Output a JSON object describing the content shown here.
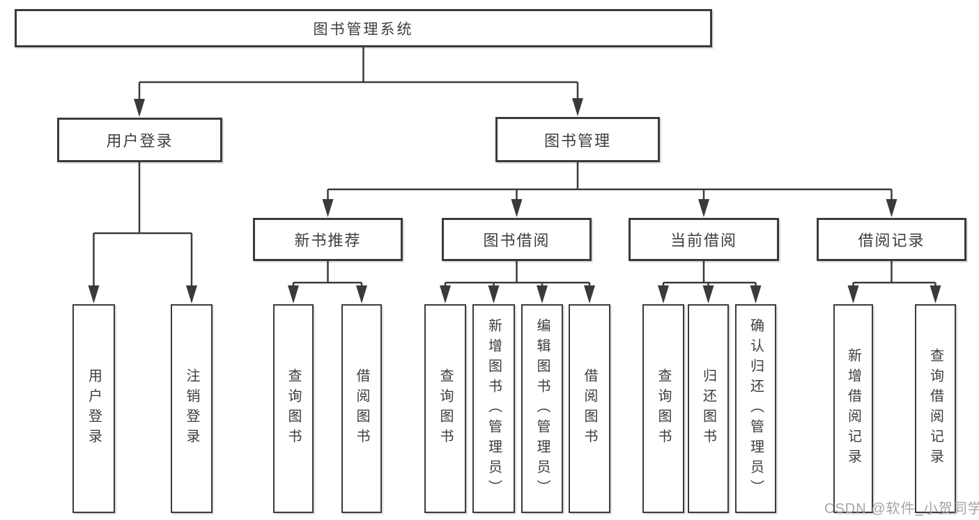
{
  "diagram": {
    "title": "图书管理系统",
    "branches": [
      {
        "label": "用户登录",
        "children": [
          {
            "label": "用户登录"
          },
          {
            "label": "注销登录"
          }
        ]
      },
      {
        "label": "图书管理",
        "children": [
          {
            "label": "新书推荐",
            "children": [
              {
                "label": "查询图书"
              },
              {
                "label": "借阅图书"
              }
            ]
          },
          {
            "label": "图书借阅",
            "children": [
              {
                "label": "查询图书"
              },
              {
                "label": "新增图书（管理员）"
              },
              {
                "label": "编辑图书（管理员）"
              },
              {
                "label": "借阅图书"
              }
            ]
          },
          {
            "label": "当前借阅",
            "children": [
              {
                "label": "查询图书"
              },
              {
                "label": "归还图书"
              },
              {
                "label": "确认归还（管理员）"
              }
            ]
          },
          {
            "label": "借阅记录",
            "children": [
              {
                "label": "新增借阅记录"
              },
              {
                "label": "查询借阅记录"
              }
            ]
          }
        ]
      }
    ]
  },
  "watermark": {
    "text": "CSDN @软件_小贺同学"
  },
  "colors": {
    "line": "#3a3a3a",
    "box_border": "#3a3a3a",
    "text": "#3d3d3d",
    "watermark": "#9e9ea4",
    "background": "#ffffff"
  }
}
